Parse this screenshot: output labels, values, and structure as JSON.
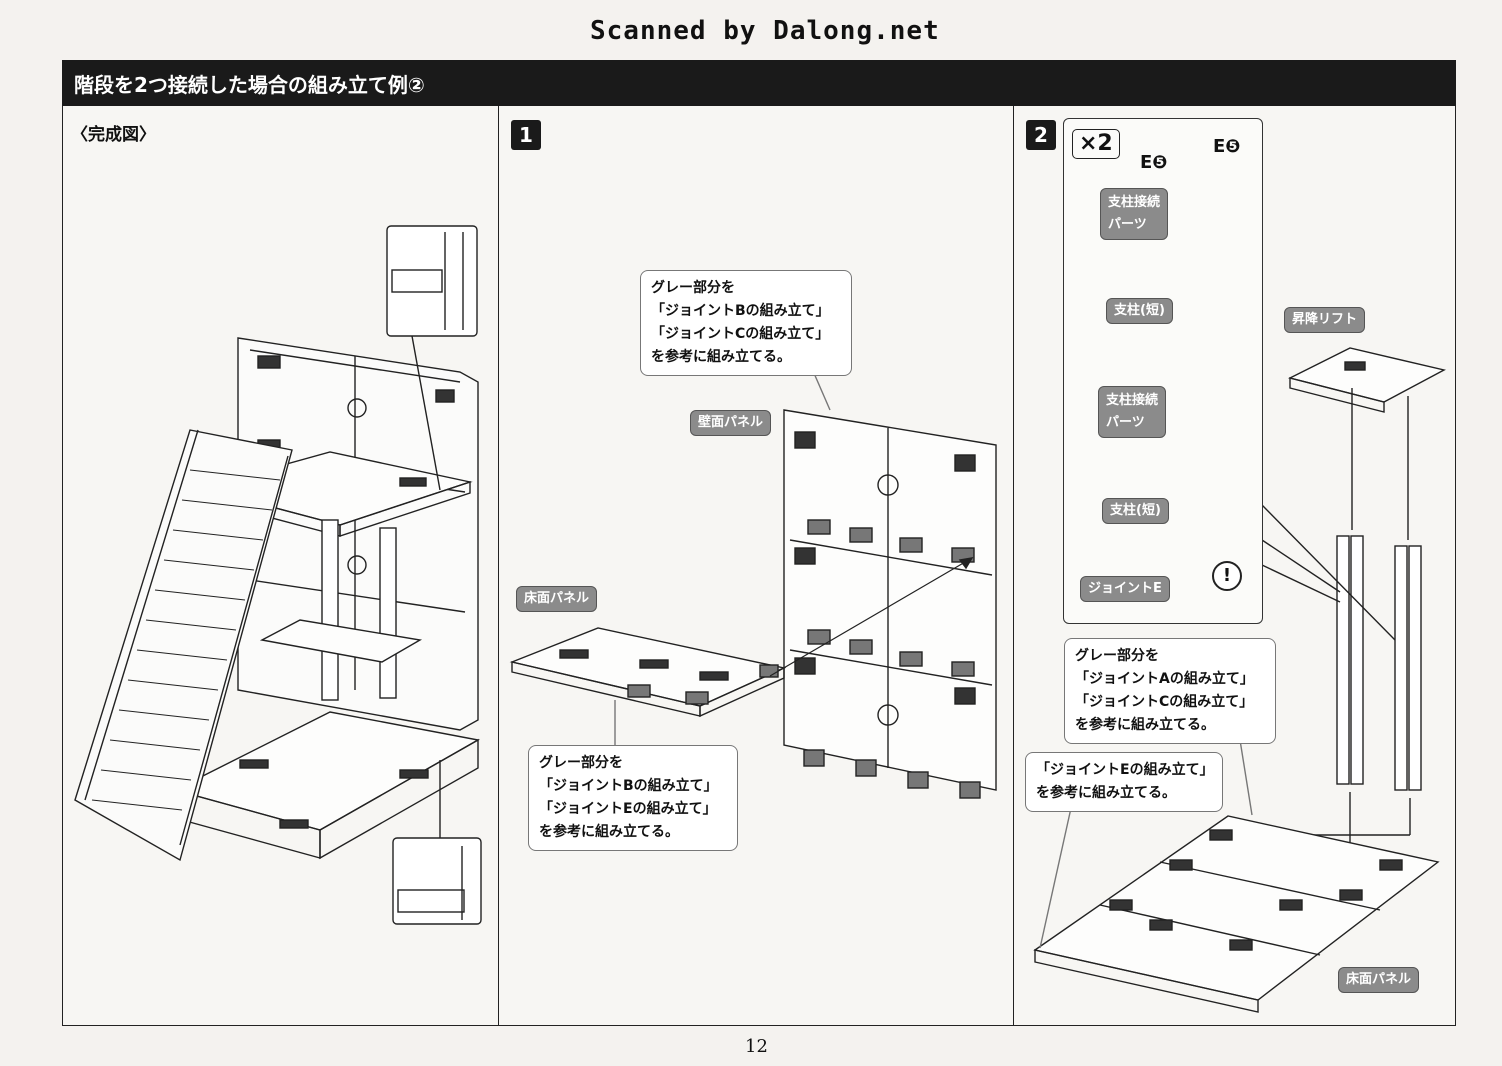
{
  "watermark": "Scanned by Dalong.net",
  "header": {
    "title": "階段を2つ接続した場合の組み立て例②"
  },
  "sections": {
    "complete_label": "〈完成図〉",
    "step1_num": "1",
    "step2_num": "2"
  },
  "step1": {
    "callout_top": [
      "グレー部分を",
      "「ジョイントBの組み立て」",
      "「ジョイントCの組み立て」",
      "を参考に組み立てる。"
    ],
    "callout_bottom": [
      "グレー部分を",
      "「ジョイントBの組み立て」",
      "「ジョイントEの組み立て」",
      "を参考に組み立てる。"
    ],
    "tag_wall": "壁面パネル",
    "tag_floor": "床面パネル"
  },
  "step2": {
    "multiplier": "×2",
    "e5_left": "E❺",
    "e5_right": "E❺",
    "tag_pillar_joint_1": [
      "支柱接続",
      "パーツ"
    ],
    "tag_pillar_short_1": "支柱(短)",
    "tag_pillar_joint_2": [
      "支柱接続",
      "パーツ"
    ],
    "tag_pillar_short_2": "支柱(短)",
    "tag_joint_e": "ジョイントE",
    "warning": "!",
    "tag_lift": "昇降リフト",
    "callout_mid": [
      "グレー部分を",
      "「ジョイントAの組み立て」",
      "「ジョイントCの組み立て」",
      "を参考に組み立てる。"
    ],
    "callout_low": [
      "「ジョイントEの組み立て」",
      "を参考に組み立てる。"
    ],
    "tag_floor": "床面パネル"
  },
  "page_number": "12"
}
